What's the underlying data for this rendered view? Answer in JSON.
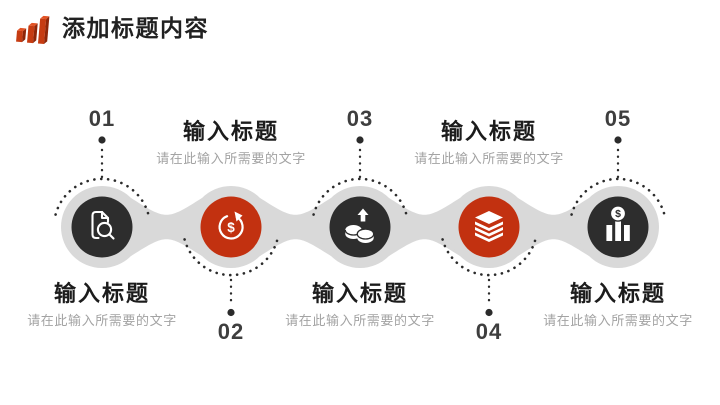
{
  "header": {
    "title": "添加标题内容"
  },
  "colors": {
    "accent": "#C23110",
    "dark_circle": "#2D2D2D",
    "band": "#D9D9D9",
    "number_text": "#3E3E3E",
    "title_text": "#1C1C1C",
    "desc_text": "#A3A3A3"
  },
  "icons": {
    "logo": "bar-chart-3d-icon",
    "dollar_glyph": "$"
  },
  "steps": [
    {
      "number": "01",
      "title": "输入标题",
      "desc": "请在此输入所需要的文字",
      "icon": "document-search-icon",
      "circle_color": "dark",
      "label_position": "below"
    },
    {
      "number": "02",
      "title": "输入标题",
      "desc": "请在此输入所需要的文字",
      "icon": "dollar-refresh-icon",
      "circle_color": "accent",
      "label_position": "above"
    },
    {
      "number": "03",
      "title": "输入标题",
      "desc": "请在此输入所需要的文字",
      "icon": "coins-growth-icon",
      "circle_color": "dark",
      "label_position": "below"
    },
    {
      "number": "04",
      "title": "输入标题",
      "desc": "请在此输入所需要的文字",
      "icon": "layers-stack-icon",
      "circle_color": "accent",
      "label_position": "above"
    },
    {
      "number": "05",
      "title": "输入标题",
      "desc": "请在此输入所需要的文字",
      "icon": "bar-chart-dollar-icon",
      "circle_color": "dark",
      "label_position": "below"
    }
  ]
}
